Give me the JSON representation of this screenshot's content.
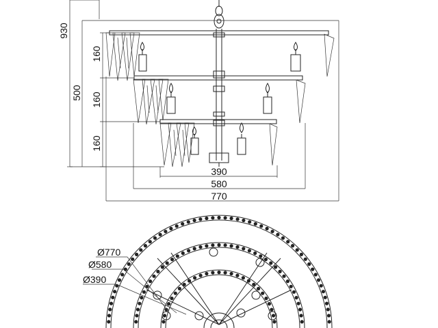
{
  "elevation": {
    "heights": {
      "overall": "930",
      "body": "500",
      "tier1": "160",
      "tier2": "160",
      "tier3": "160"
    },
    "widths": {
      "inner": "390",
      "middle": "580",
      "outer": "770"
    }
  },
  "plan": {
    "diameters": {
      "outer": "Ø770",
      "middle": "Ø580",
      "inner": "Ø390"
    }
  }
}
